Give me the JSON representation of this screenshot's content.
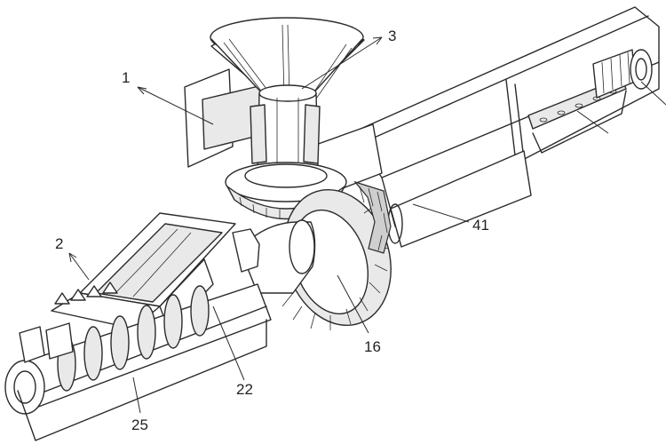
{
  "labels": {
    "l1": "1",
    "l2": "2",
    "l3": "3",
    "l16": "16",
    "l22": "22",
    "l25": "25",
    "l41": "41"
  },
  "colors": {
    "line": "#2b2b2b",
    "fill": "#ffffff",
    "shade": "#e9e9e9"
  }
}
